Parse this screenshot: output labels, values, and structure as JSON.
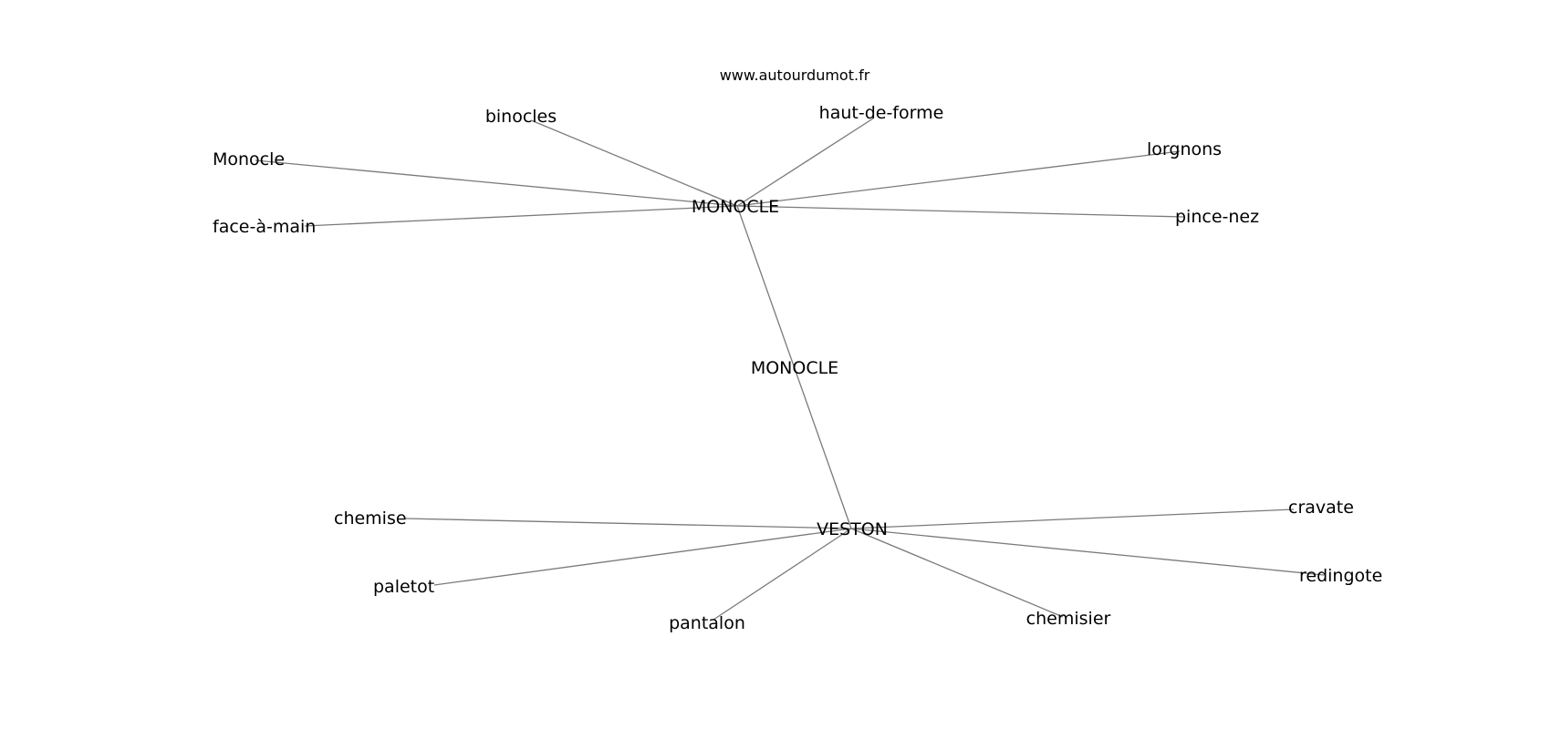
{
  "header": {
    "site": "www.autourdumot.fr"
  },
  "graph": {
    "nodes": [
      {
        "id": "monocle_center",
        "label": "MONOCLE"
      },
      {
        "id": "veston",
        "label": "VESTON"
      },
      {
        "id": "link_label",
        "label": "MONOCLE"
      },
      {
        "id": "binocles",
        "label": "binocles"
      },
      {
        "id": "haut_de_forme",
        "label": "haut-de-forme"
      },
      {
        "id": "monocle_leaf",
        "label": "Monocle"
      },
      {
        "id": "lorgnons",
        "label": "lorgnons"
      },
      {
        "id": "face_a_main",
        "label": "face-à-main"
      },
      {
        "id": "pince_nez",
        "label": "pince-nez"
      },
      {
        "id": "chemise",
        "label": "chemise"
      },
      {
        "id": "cravate",
        "label": "cravate"
      },
      {
        "id": "paletot",
        "label": "paletot"
      },
      {
        "id": "redingote",
        "label": "redingote"
      },
      {
        "id": "pantalon",
        "label": "pantalon"
      },
      {
        "id": "chemisier",
        "label": "chemisier"
      }
    ],
    "edges": [
      [
        "monocle_center",
        "binocles"
      ],
      [
        "monocle_center",
        "haut_de_forme"
      ],
      [
        "monocle_center",
        "monocle_leaf"
      ],
      [
        "monocle_center",
        "lorgnons"
      ],
      [
        "monocle_center",
        "face_a_main"
      ],
      [
        "monocle_center",
        "pince_nez"
      ],
      [
        "monocle_center",
        "veston"
      ],
      [
        "veston",
        "chemise"
      ],
      [
        "veston",
        "cravate"
      ],
      [
        "veston",
        "paletot"
      ],
      [
        "veston",
        "redingote"
      ],
      [
        "veston",
        "pantalon"
      ],
      [
        "veston",
        "chemisier"
      ]
    ]
  }
}
